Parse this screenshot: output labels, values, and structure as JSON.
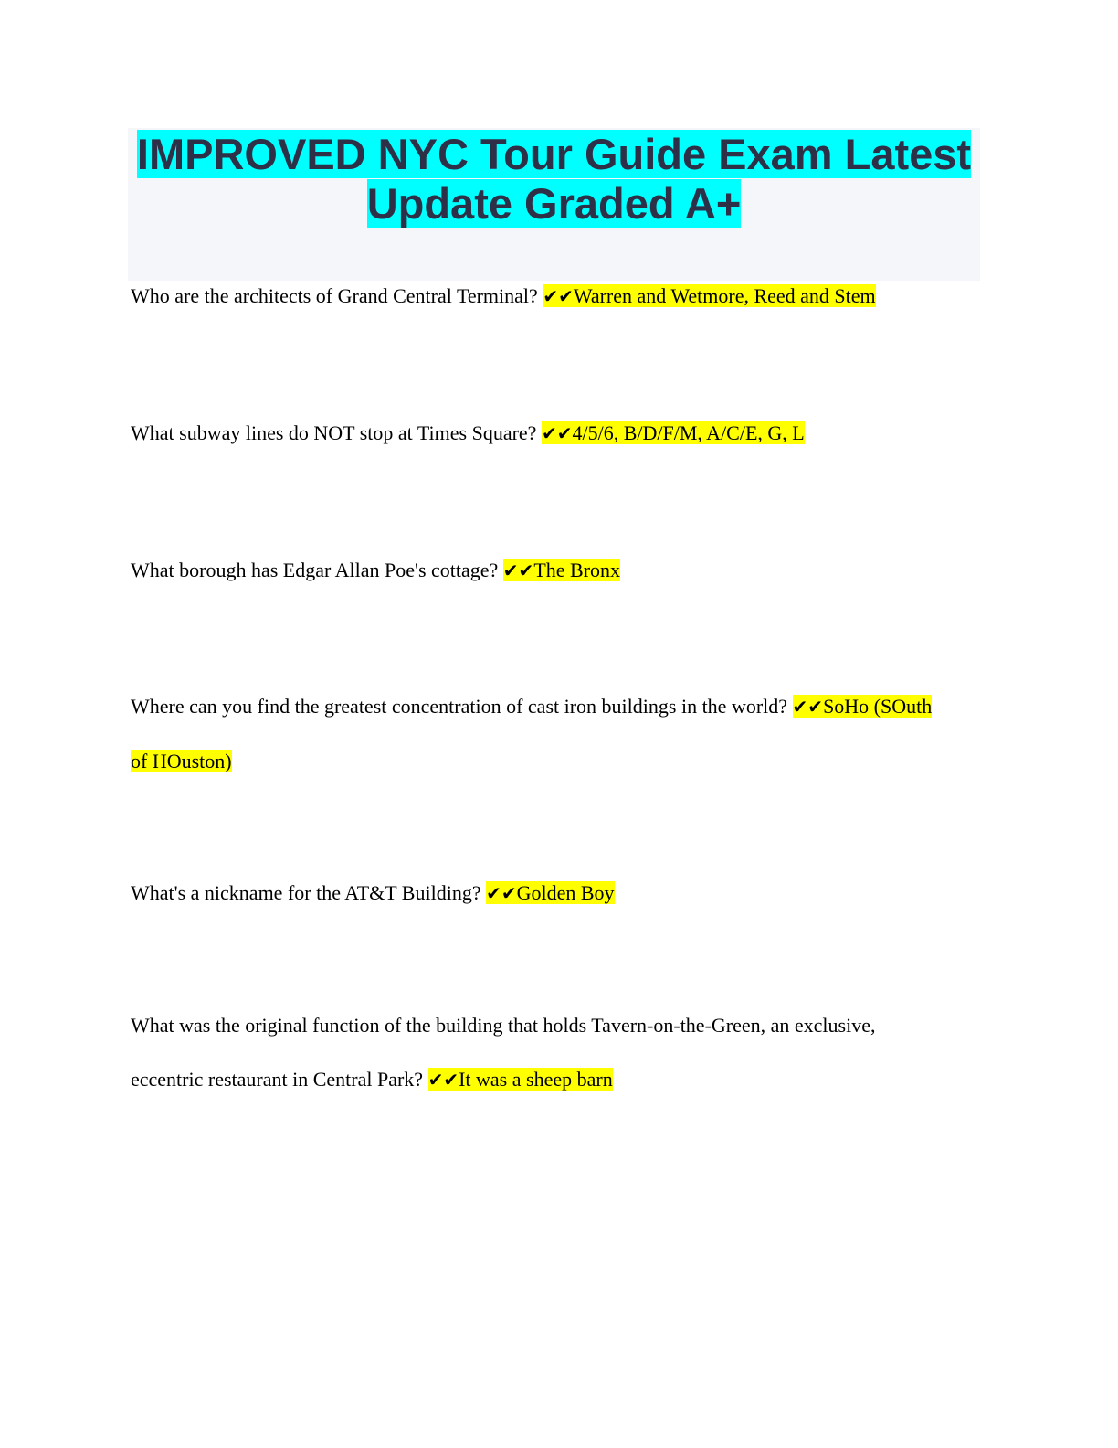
{
  "title_line1": "IMPROVED NYC Tour Guide Exam Latest",
  "title_line2": "Update Graded A+",
  "check": "✔✔",
  "items": [
    {
      "q": "Who are the architects of Grand Central Terminal?",
      "a": "Warren and Wetmore, Reed and Stem"
    },
    {
      "q": "What subway lines do NOT stop at Times Square?",
      "a": "4/5/6, B/D/F/M, A/C/E, G, L"
    },
    {
      "q": "What borough has Edgar Allan Poe's cottage?",
      "a": "The Bronx"
    },
    {
      "q": "Where can you find the greatest concentration of cast iron buildings in the world?",
      "a": "SoHo (SOuth of HOuston)"
    },
    {
      "q": "What's a nickname for the AT&T Building?",
      "a": "Golden Boy"
    },
    {
      "q": "What was the original function of the building that holds Tavern-on-the-Green, an exclusive, eccentric restaurant in Central Park?",
      "a": "It was a sheep barn"
    }
  ]
}
